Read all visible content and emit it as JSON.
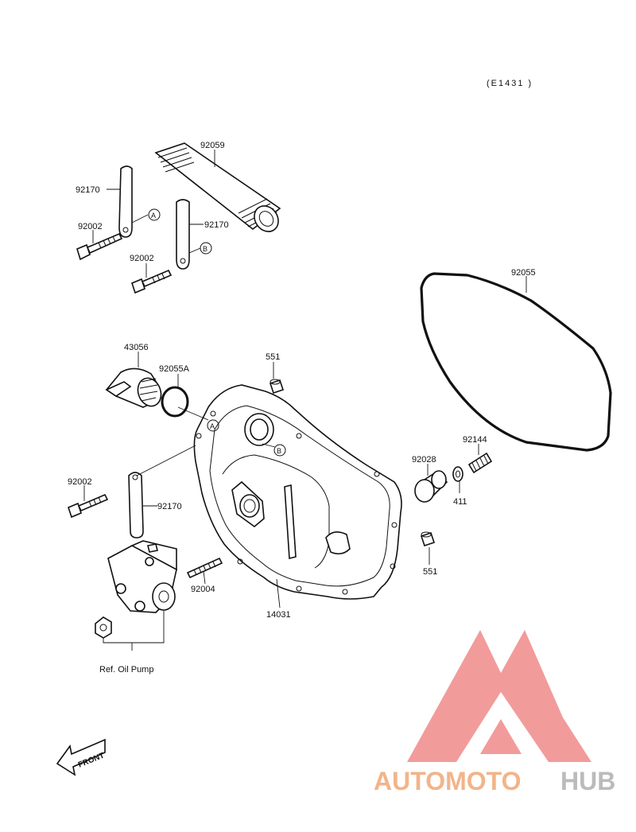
{
  "diagram": {
    "ref_code": "(E1431 )",
    "parts": {
      "p92059": "92059",
      "p92170_a": "92170",
      "p92170_b": "92170",
      "p92170_c": "92170",
      "p92002_a": "92002",
      "p92002_b": "92002",
      "p92002_c": "92002",
      "p92055": "92055",
      "p43056": "43056",
      "p92055A": "92055A",
      "p551_a": "551",
      "p551_b": "551",
      "p92144": "92144",
      "p92028": "92028",
      "p411": "411",
      "p92004": "92004",
      "p14031": "14031"
    },
    "reference": "Ref. Oil Pump",
    "markers": {
      "a1": "A",
      "b1": "B",
      "a2": "A",
      "b2": "B"
    },
    "front_label": "FRONT"
  },
  "watermark": {
    "text_a": "AUTOMOTO",
    "text_b": "HUB",
    "color_a": "#f2b48a",
    "color_b": "#bbbbbb",
    "triangle_color": "#f08a8a"
  }
}
